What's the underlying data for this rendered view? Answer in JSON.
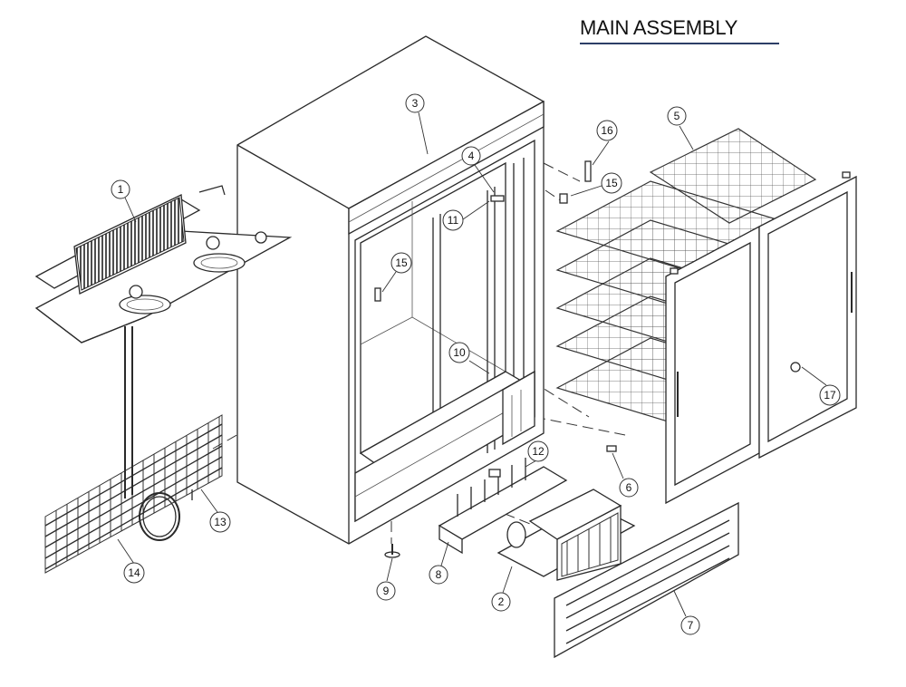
{
  "title": "MAIN ASSEMBLY",
  "callouts": [
    {
      "label": "1"
    },
    {
      "label": "2"
    },
    {
      "label": "3"
    },
    {
      "label": "4"
    },
    {
      "label": "5"
    },
    {
      "label": "6"
    },
    {
      "label": "7"
    },
    {
      "label": "8"
    },
    {
      "label": "9"
    },
    {
      "label": "10"
    },
    {
      "label": "11"
    },
    {
      "label": "12"
    },
    {
      "label": "13"
    },
    {
      "label": "14"
    },
    {
      "label": "15"
    },
    {
      "label": "15"
    },
    {
      "label": "16"
    },
    {
      "label": "17"
    }
  ]
}
